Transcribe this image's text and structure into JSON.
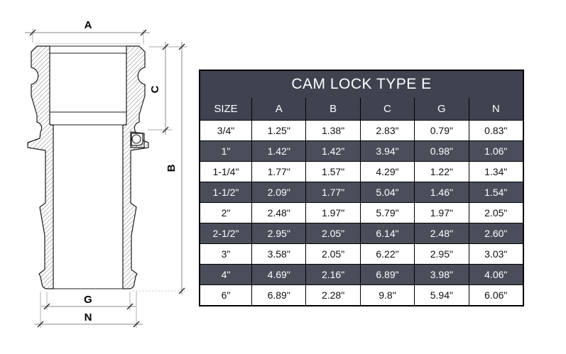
{
  "diagram": {
    "labels": {
      "a": "A",
      "b": "B",
      "c": "C",
      "g": "G",
      "n": "N"
    },
    "colors": {
      "line_color": "#1c1c1c",
      "hatch_color": "#6e6e6e"
    }
  },
  "table": {
    "title": "CAM LOCK TYPE E",
    "columns": [
      "SIZE",
      "A",
      "B",
      "C",
      "G",
      "N"
    ],
    "rows": [
      [
        "3/4\"",
        "1.25\"",
        "1.38\"",
        "2.83\"",
        "0.79\"",
        "0.83\""
      ],
      [
        "1\"",
        "1.42\"",
        "1.42\"",
        "3.94\"",
        "0.98\"",
        "1.06\""
      ],
      [
        "1-1/4\"",
        "1.77\"",
        "1.57\"",
        "4.29\"",
        "1.22\"",
        "1.34\""
      ],
      [
        "1-1/2\"",
        "2.09\"",
        "1.77\"",
        "5.04\"",
        "1.46\"",
        "1.54\""
      ],
      [
        "2\"",
        "2.48\"",
        "1.97\"",
        "5.79\"",
        "1.97\"",
        "2.05\""
      ],
      [
        "2-1/2\"",
        "2.95\"",
        "2.05\"",
        "6.14\"",
        "2.48\"",
        "2.60\""
      ],
      [
        "3\"",
        "3.58\"",
        "2.05\"",
        "6.22\"",
        "2.95\"",
        "3.03\""
      ],
      [
        "4\"",
        "4.69\"",
        "2.16\"",
        "6.89\"",
        "3.98\"",
        "4.06\""
      ],
      [
        "6\"",
        "6.89\"",
        "2.28\"",
        "9.8\"",
        "5.94\"",
        "6.06\""
      ]
    ],
    "colors": {
      "header_bg": "#3f4350",
      "header_text": "#ffffff",
      "row_dark_bg": "#4a4e5b",
      "row_dark_text": "#ffffff",
      "row_light_bg": "#ffffff",
      "row_light_text": "#111111",
      "border": "#000000"
    }
  }
}
